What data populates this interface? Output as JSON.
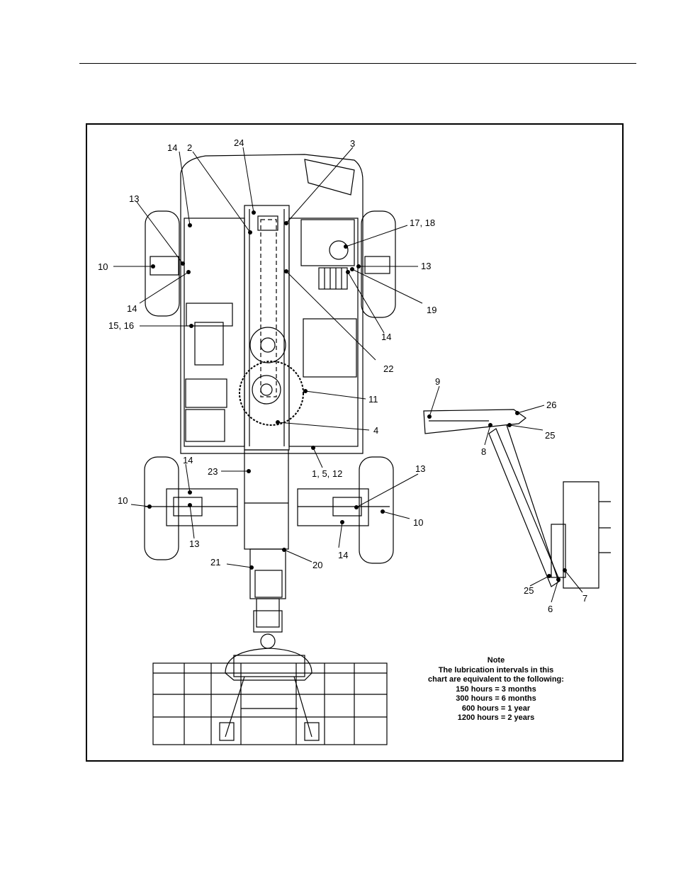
{
  "callouts": {
    "c14_top": "14",
    "c2": "2",
    "c24": "24",
    "c3": "3",
    "c13_left": "13",
    "c17_18": "17, 18",
    "c10_left": "10",
    "c13_right": "13",
    "c14_midleft": "14",
    "c19": "19",
    "c15_16": "15, 16",
    "c14_midright": "14",
    "c22": "22",
    "c11": "11",
    "c4": "4",
    "c14_axle": "14",
    "c23": "23",
    "c1_5_12": "1, 5, 12",
    "c13_axle_right": "13",
    "c10_axle_left": "10",
    "c10_axle_right": "10",
    "c13_axle_left": "13",
    "c14_axle_right": "14",
    "c21": "21",
    "c20": "20",
    "c9": "9",
    "c26": "26",
    "c8": "8",
    "c25_top": "25",
    "c25_bottom": "25",
    "c6": "6",
    "c7": "7"
  },
  "note": {
    "title": "Note",
    "line1": "The lubrication intervals in this",
    "line2": "chart are equivalent to the following:",
    "line3": "150 hours = 3 months",
    "line4": "300 hours = 6 months",
    "line5": "600 hours = 1 year",
    "line6": "1200 hours = 2 years"
  }
}
